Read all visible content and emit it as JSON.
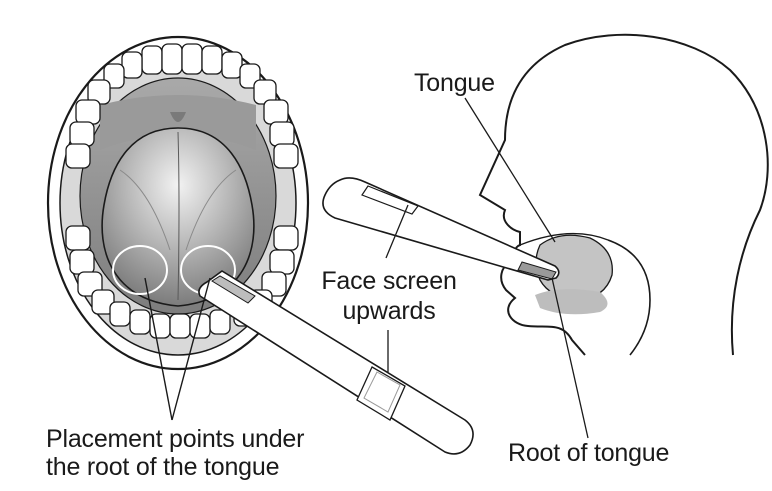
{
  "labels": {
    "tongue": "Tongue",
    "face_screen_line1": "Face screen",
    "face_screen_line2": "upwards",
    "placement_line1": "Placement points under",
    "placement_line2": "the root of the tongue",
    "root_of_tongue": "Root of tongue"
  },
  "colors": {
    "ink": "#1a1a1a",
    "tongue_fill": "#c4c4c4",
    "mouth_shadow": "#8c8c8c",
    "gum": "#bdbdbd"
  }
}
